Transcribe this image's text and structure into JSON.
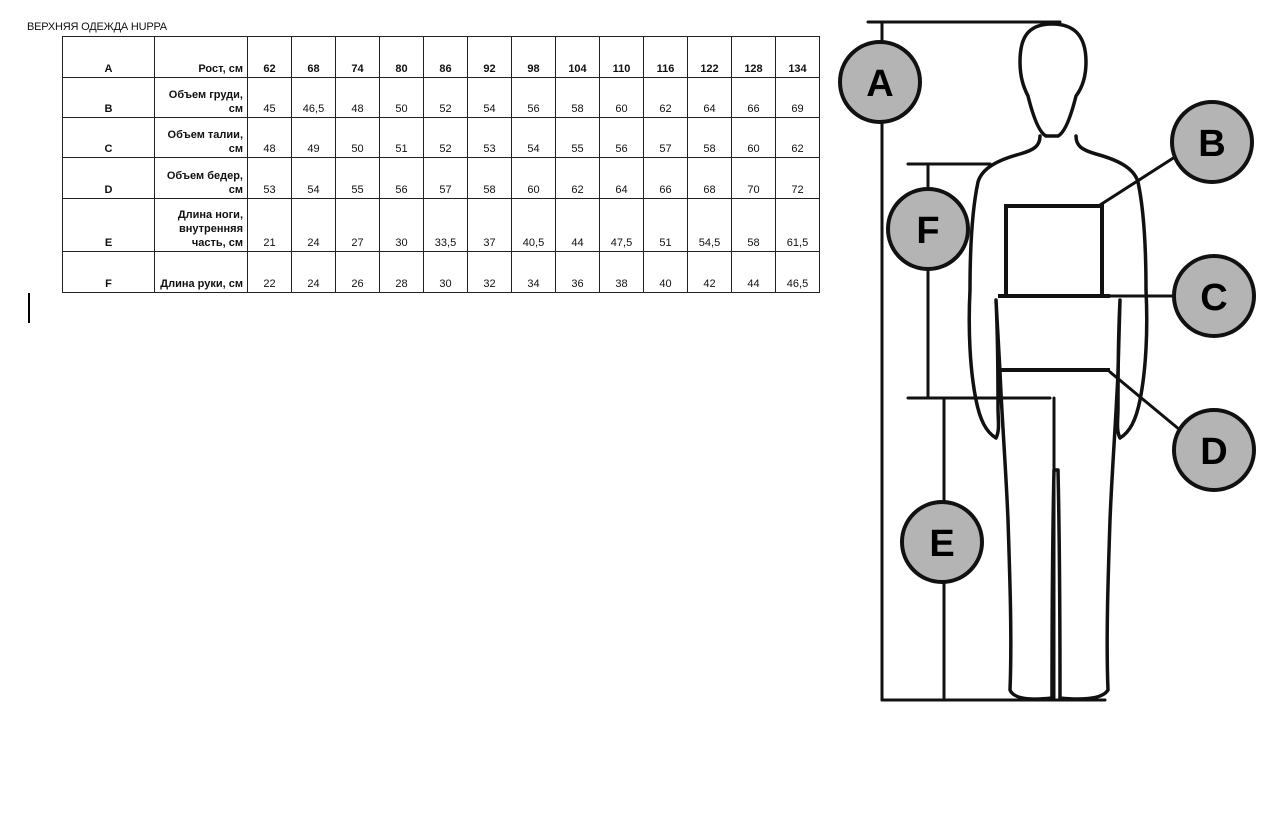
{
  "document": {
    "title": "ВЕРХНЯЯ ОДЕЖДА HUPPA"
  },
  "table": {
    "rows": [
      {
        "code": "A",
        "label": [
          "Рост, см"
        ],
        "values": [
          "62",
          "68",
          "74",
          "80",
          "86",
          "92",
          "98",
          "104",
          "110",
          "116",
          "122",
          "128",
          "134"
        ]
      },
      {
        "code": "B",
        "label": [
          "Объем груди,",
          "см"
        ],
        "values": [
          "45",
          "46,5",
          "48",
          "50",
          "52",
          "54",
          "56",
          "58",
          "60",
          "62",
          "64",
          "66",
          "69"
        ]
      },
      {
        "code": "C",
        "label": [
          "Объем талии,",
          "см"
        ],
        "values": [
          "48",
          "49",
          "50",
          "51",
          "52",
          "53",
          "54",
          "55",
          "56",
          "57",
          "58",
          "60",
          "62"
        ]
      },
      {
        "code": "D",
        "label": [
          "Объем бедер,",
          "см"
        ],
        "values": [
          "53",
          "54",
          "55",
          "56",
          "57",
          "58",
          "60",
          "62",
          "64",
          "66",
          "68",
          "70",
          "72"
        ]
      },
      {
        "code": "E",
        "label": [
          "Длина ноги,",
          "внутренняя",
          "часть, см"
        ],
        "values": [
          "21",
          "24",
          "27",
          "30",
          "33,5",
          "37",
          "40,5",
          "44",
          "47,5",
          "51",
          "54,5",
          "58",
          "61,5"
        ]
      },
      {
        "code": "F",
        "label": [
          "Длина руки, см"
        ],
        "values": [
          "22",
          "24",
          "26",
          "28",
          "30",
          "32",
          "34",
          "36",
          "38",
          "40",
          "42",
          "44",
          "46,5"
        ]
      }
    ]
  },
  "diagram": {
    "markers": [
      {
        "id": "a",
        "letter": "A"
      },
      {
        "id": "b",
        "letter": "B"
      },
      {
        "id": "c",
        "letter": "C"
      },
      {
        "id": "d",
        "letter": "D"
      },
      {
        "id": "e",
        "letter": "E"
      },
      {
        "id": "f",
        "letter": "F"
      }
    ]
  },
  "colors": {
    "marker_fill": "#b4b4b4",
    "line": "#111111"
  }
}
